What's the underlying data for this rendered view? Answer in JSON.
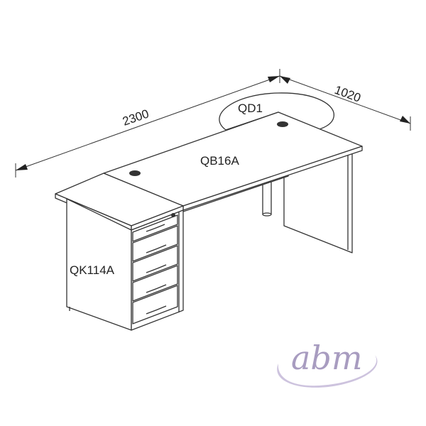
{
  "dimensions": {
    "length": "2300",
    "depth": "1020"
  },
  "parts": {
    "extension": "QD1",
    "desk": "QB16A",
    "pedestal": "QK114A"
  },
  "logo": {
    "text": "abm",
    "color": "#a89cc0"
  }
}
